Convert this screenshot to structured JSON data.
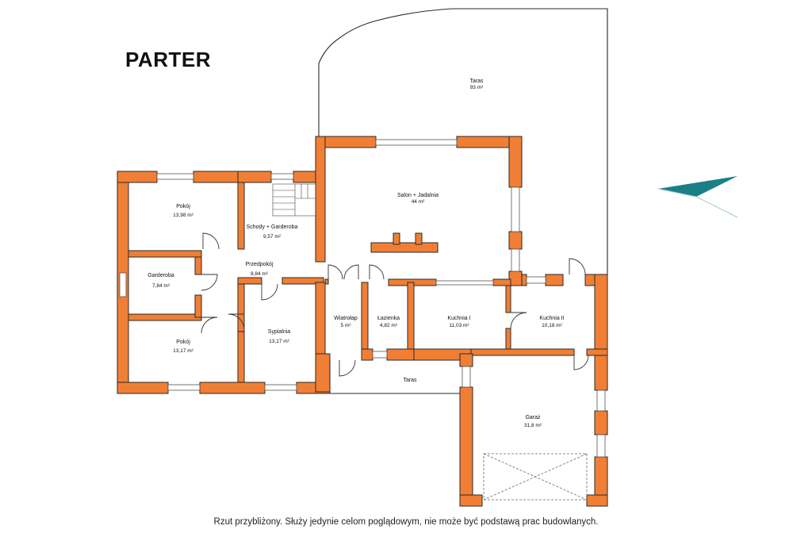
{
  "title": "PARTER",
  "note": "Rzut przybliżony. Służy jedynie celom poglądowym, nie może być podstawą prac budowlanych.",
  "colors": {
    "wall": "#f07f35",
    "outline": "#2a2a2a",
    "compass": "#1b7f86"
  },
  "compass_icon": "north-arrow",
  "rooms": [
    {
      "id": "taras-top",
      "name": "Taras",
      "area": "93 m²"
    },
    {
      "id": "salon",
      "name": "Salon + Jadalnia",
      "area": "44 m²"
    },
    {
      "id": "pokoj1",
      "name": "Pokój",
      "area": "13,98 m²"
    },
    {
      "id": "schody",
      "name": "Schody + Garderoba",
      "area": "9,57 m²"
    },
    {
      "id": "garderoba",
      "name": "Garderoba",
      "area": "7,84 m²"
    },
    {
      "id": "przedpokoj",
      "name": "Przedpokój",
      "area": "8,84 m²"
    },
    {
      "id": "pokoj2",
      "name": "Pokój",
      "area": "13,17 m²"
    },
    {
      "id": "sypialnia",
      "name": "Sypialnia",
      "area": "13,17 m²"
    },
    {
      "id": "wiatrolap",
      "name": "Wiatrołap",
      "area": "5 m²"
    },
    {
      "id": "lazienka",
      "name": "Łazienka",
      "area": "4,82 m²"
    },
    {
      "id": "kuchnia1",
      "name": "Kuchnia I",
      "area": "11,03 m²"
    },
    {
      "id": "kuchnia2",
      "name": "Kuchnia II",
      "area": "10,18 m²"
    },
    {
      "id": "taras-bottom",
      "name": "Taras",
      "area": ""
    },
    {
      "id": "garaz",
      "name": "Garaż",
      "area": "31,8 m²"
    }
  ]
}
